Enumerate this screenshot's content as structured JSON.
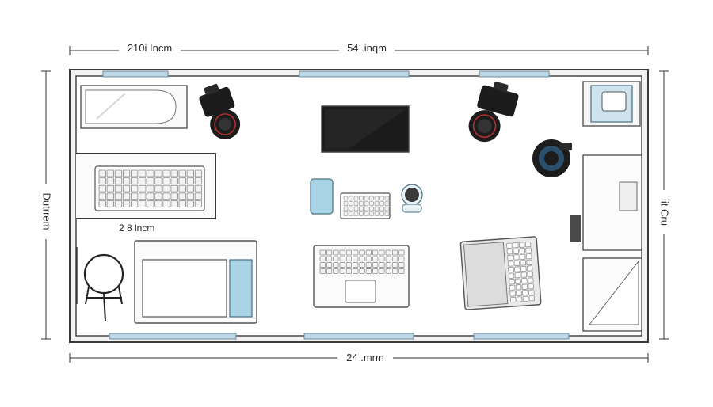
{
  "dimensions": {
    "top_left": "210i Incm",
    "top_right": "54 .inqm",
    "bottom": "24 .mrm",
    "left": "Dutrrem",
    "right": "lit Cru",
    "interior": "2 8 lncm"
  },
  "colors": {
    "wall": "#3a3a3a",
    "window": "#bcd6e6",
    "line": "#555555",
    "accent": "#a9d4e6",
    "camera": "#1c1c1c",
    "lens_ring": "#b03030"
  },
  "furniture": [
    "bathtub-icon",
    "camera-icon",
    "monitor-icon",
    "keyboard-icon",
    "tablet-icon",
    "mug-icon",
    "laptop-icon",
    "chair-icon",
    "desk-icon",
    "ring-light-icon",
    "storage-cabinet-icon"
  ]
}
